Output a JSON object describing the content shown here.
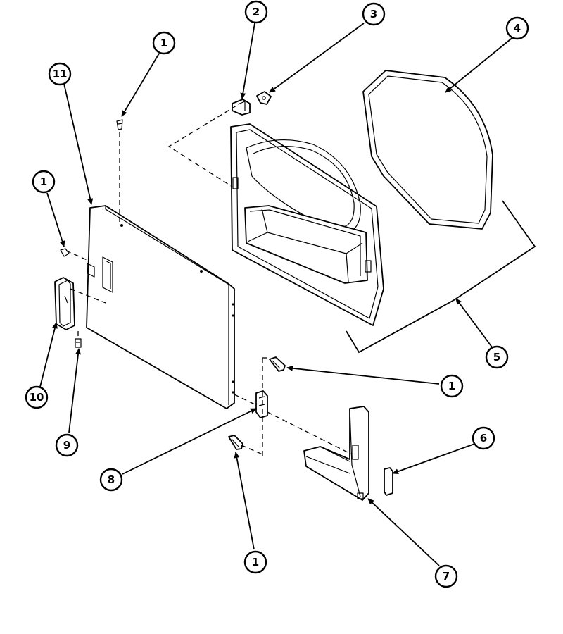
{
  "callouts": [
    {
      "id": "c1",
      "label": "1"
    },
    {
      "id": "c2",
      "label": "2"
    },
    {
      "id": "c3",
      "label": "3"
    },
    {
      "id": "c4",
      "label": "4"
    },
    {
      "id": "c5",
      "label": "5"
    },
    {
      "id": "c6",
      "label": "6"
    },
    {
      "id": "c7",
      "label": "7"
    },
    {
      "id": "c8",
      "label": "8"
    },
    {
      "id": "c9",
      "label": "9"
    },
    {
      "id": "c10",
      "label": "10"
    },
    {
      "id": "c11",
      "label": "11"
    }
  ],
  "stroke_color": "#000000",
  "background_color": "#ffffff"
}
